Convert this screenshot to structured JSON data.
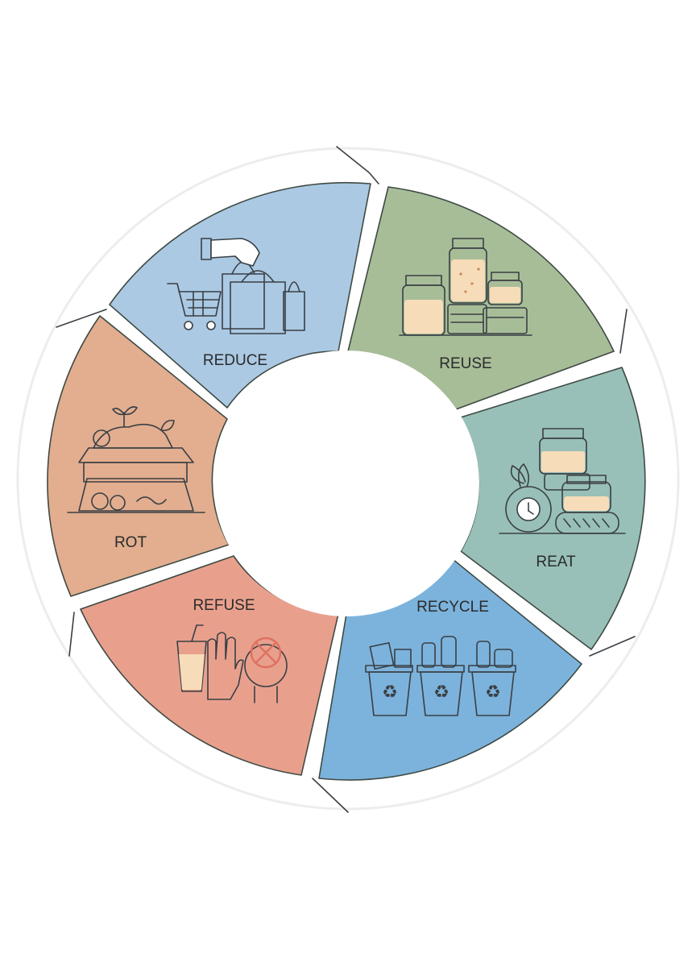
{
  "diagram": {
    "segments": [
      {
        "id": "reduce",
        "label": "REDUCE",
        "color": "#abc9e3",
        "icon": "shopping-cart-bags-icon"
      },
      {
        "id": "reuse",
        "label": "REUSE",
        "color": "#a7bd98",
        "icon": "storage-jars-icon"
      },
      {
        "id": "reat",
        "label": "REAT",
        "color": "#98c0b8",
        "icon": "jars-and-tires-icon"
      },
      {
        "id": "recycle",
        "label": "RECYCLE",
        "color": "#7cb3dc",
        "icon": "recycling-bins-icon"
      },
      {
        "id": "refuse",
        "label": "REFUSE",
        "color": "#e8a08d",
        "icon": "refusing-hand-icon"
      },
      {
        "id": "rot",
        "label": "ROT",
        "color": "#e2ae8f",
        "icon": "compost-pile-icon"
      }
    ],
    "outline_color": "#3f4a44",
    "background": "#ffffff"
  }
}
